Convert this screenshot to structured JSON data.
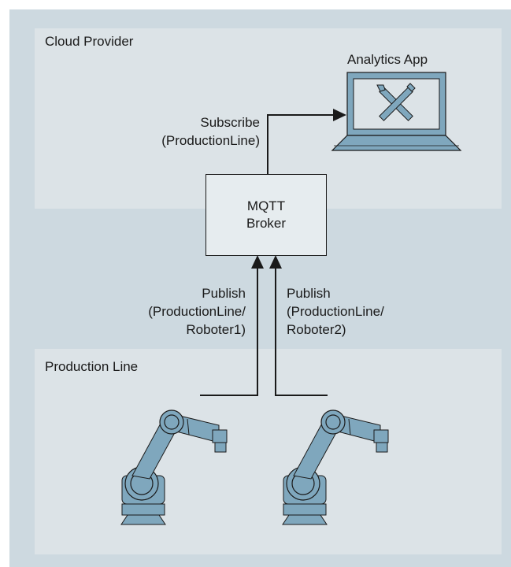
{
  "zones": {
    "cloud": {
      "label": "Cloud Provider"
    },
    "production": {
      "label": "Production Line"
    }
  },
  "broker": {
    "line1": "MQTT",
    "line2": "Broker"
  },
  "analytics_app": {
    "label": "Analytics App",
    "icon": "laptop-tools-icon"
  },
  "subscribe": {
    "line1": "Subscribe",
    "line2": "(ProductionLine)"
  },
  "publish1": {
    "line1": "Publish",
    "line2": "(ProductionLine/",
    "line3": "Roboter1)"
  },
  "publish2": {
    "line1": "Publish",
    "line2": "(ProductionLine/",
    "line3": "Roboter2)"
  },
  "robots": [
    {
      "icon": "robot-arm-icon"
    },
    {
      "icon": "robot-arm-icon"
    }
  ],
  "colors": {
    "outer_background": "#cdd9e0",
    "zone_background": "#dce3e7",
    "broker_fill": "#e6ecef",
    "icon_fill": "#7fa7bd",
    "line": "#1a1a1a"
  }
}
